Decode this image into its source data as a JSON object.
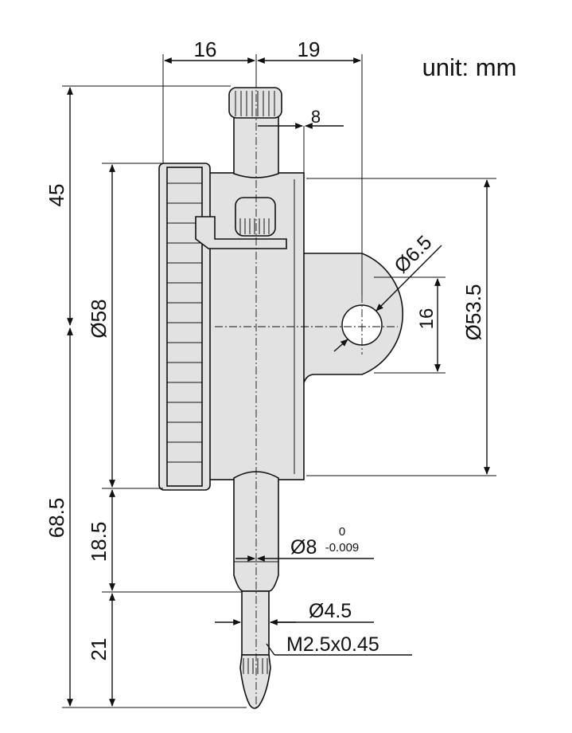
{
  "unit_label": "unit: mm",
  "dimensions": {
    "top_left": "16",
    "top_right": "19",
    "stem_offset": "8",
    "height_upper": "45",
    "height_lower": "68.5",
    "dial_diameter": "Ø58",
    "case_diameter": "Ø53.5",
    "lug_hole": "Ø6.5",
    "lug_height": "16",
    "stem_segment": "18.5",
    "tip_segment": "21",
    "stem_diameter": "Ø8",
    "stem_tol_upper": "0",
    "stem_tol_lower": "-0.009",
    "spindle_diameter": "Ø4.5",
    "thread": "M2.5x0.45"
  }
}
